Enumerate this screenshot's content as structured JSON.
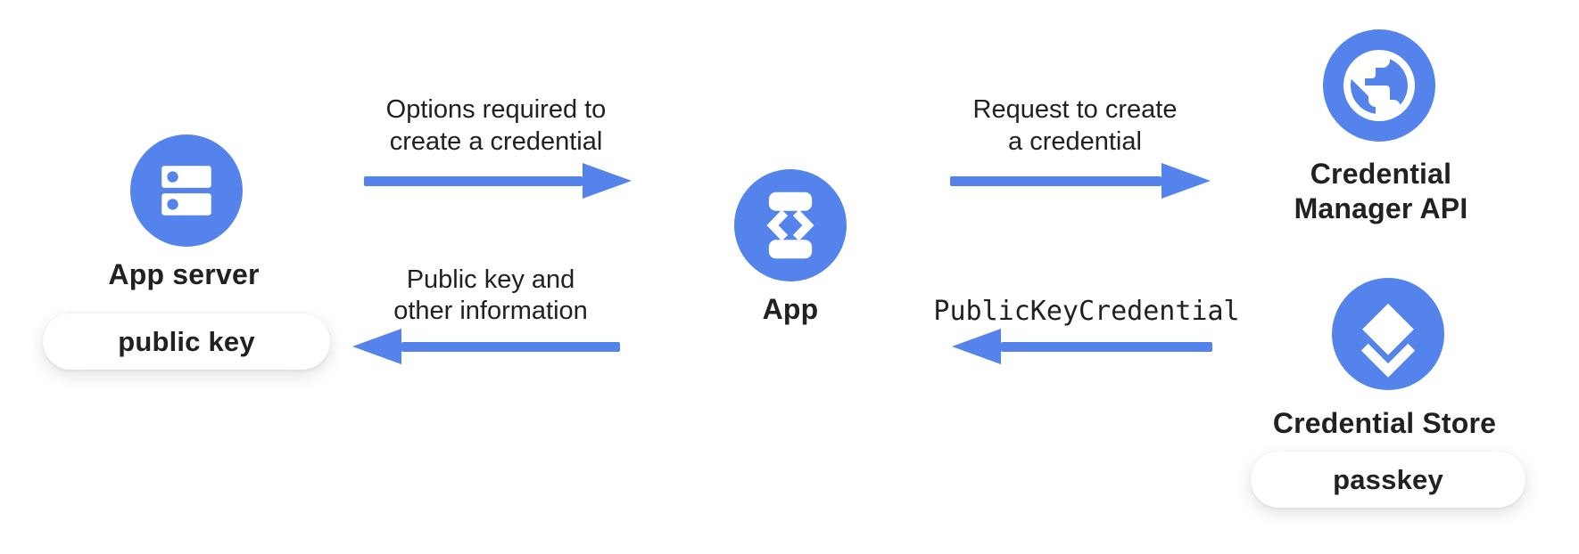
{
  "palette": {
    "blue": "#5484eb",
    "text": "#202124",
    "pill_bg": "#ffffff"
  },
  "nodes": {
    "app_server": {
      "label": "App server",
      "icon": "server-dns-icon",
      "artifact_pill": "public key"
    },
    "app": {
      "label": "App",
      "icon": "phone-code-icon"
    },
    "credential_manager": {
      "label_lines": [
        "Credential",
        "Manager API"
      ],
      "icon": "globe-icon"
    },
    "credential_store": {
      "label": "Credential Store",
      "icon": "layers-icon",
      "artifact_pill": "passkey"
    }
  },
  "flows": {
    "options": {
      "direction": "right",
      "lines": [
        "Options required to",
        "create a credential"
      ]
    },
    "request": {
      "direction": "right",
      "lines": [
        "Request to create",
        "a credential"
      ]
    },
    "public_key_info": {
      "direction": "left",
      "lines": [
        "Public key and",
        "other information"
      ]
    },
    "public_key_credential": {
      "direction": "left",
      "code": true,
      "lines": [
        "PublicKeyCredential"
      ]
    }
  }
}
